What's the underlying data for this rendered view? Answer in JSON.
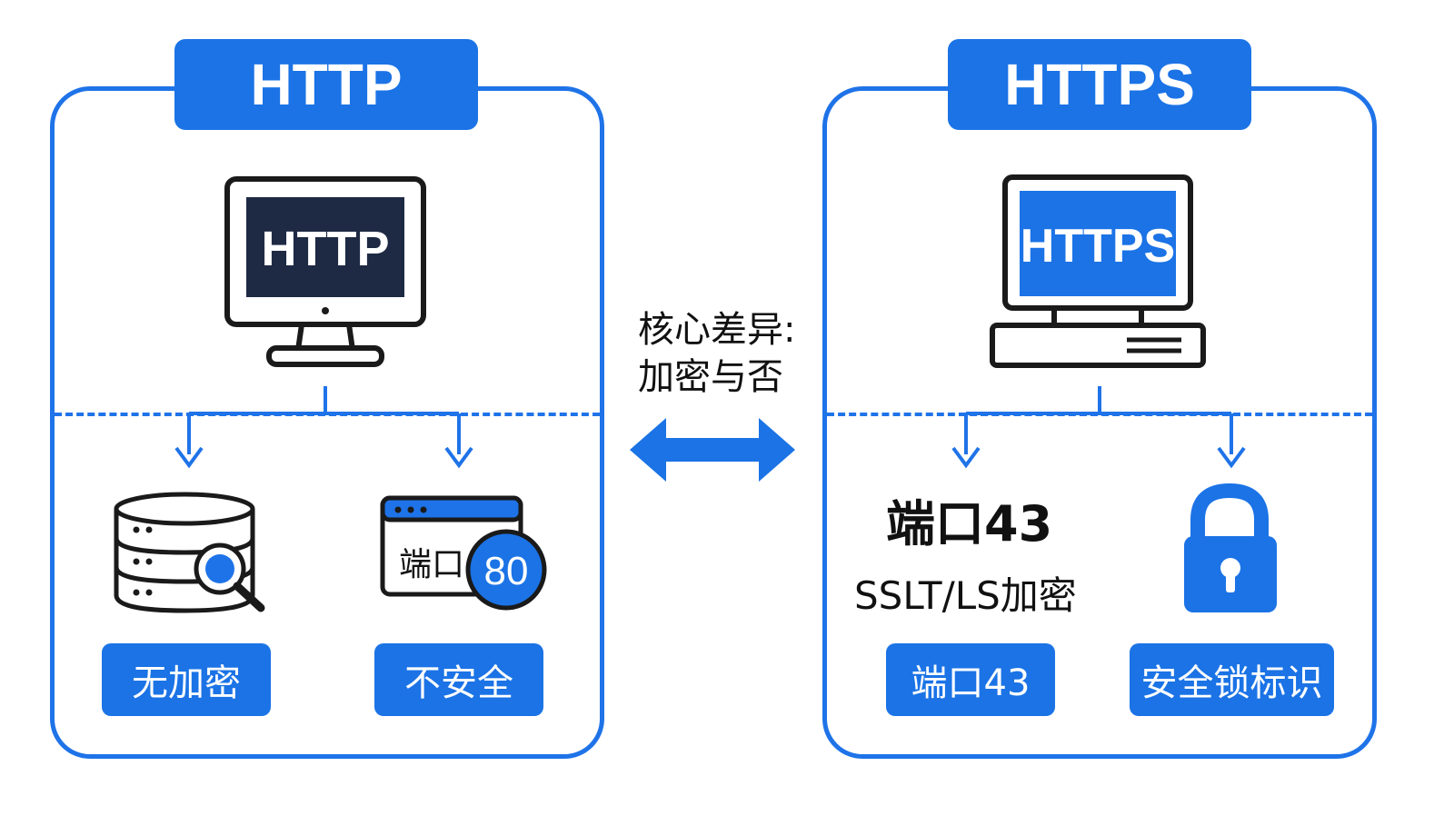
{
  "left": {
    "title": "HTTP",
    "monitor_text": "HTTP",
    "port_window_text": "端口",
    "port_number": "80",
    "buttons": [
      "无加密",
      "不安全"
    ]
  },
  "center": {
    "line1": "核心差异:",
    "line2": "加密与否"
  },
  "right": {
    "title": "HTTPS",
    "monitor_text": "HTTPS",
    "port_label": "端口43",
    "protocol_label": "SSLT/LS加密",
    "buttons": [
      "端口43",
      "安全锁标识"
    ]
  },
  "colors": {
    "accent": "#1b73e6",
    "dark": "#1e2a44",
    "outline": "#1a1a1a"
  },
  "icons": [
    "monitor-icon",
    "database-search-icon",
    "browser-window-icon",
    "desktop-computer-icon",
    "lock-icon",
    "double-arrow-icon"
  ]
}
